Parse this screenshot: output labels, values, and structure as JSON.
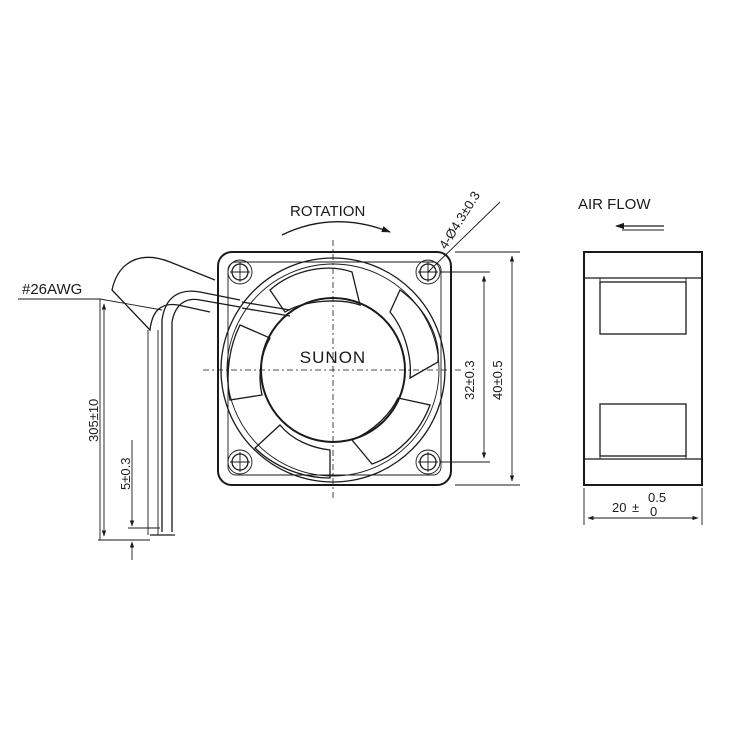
{
  "labels": {
    "rotation": "ROTATION",
    "air_flow": "AIR FLOW",
    "brand": "SUNON",
    "wire_gauge": "#26AWG",
    "hole_spec": "4-Ø4.3±0.3",
    "hole_pitch": "32±0.3",
    "frame_size": "40±0.5",
    "lead_length": "305±10",
    "strip_length": "5±0.3",
    "thickness_nominal": "20",
    "thickness_pm": "±",
    "thickness_upper": "0.5",
    "thickness_lower": "0"
  }
}
